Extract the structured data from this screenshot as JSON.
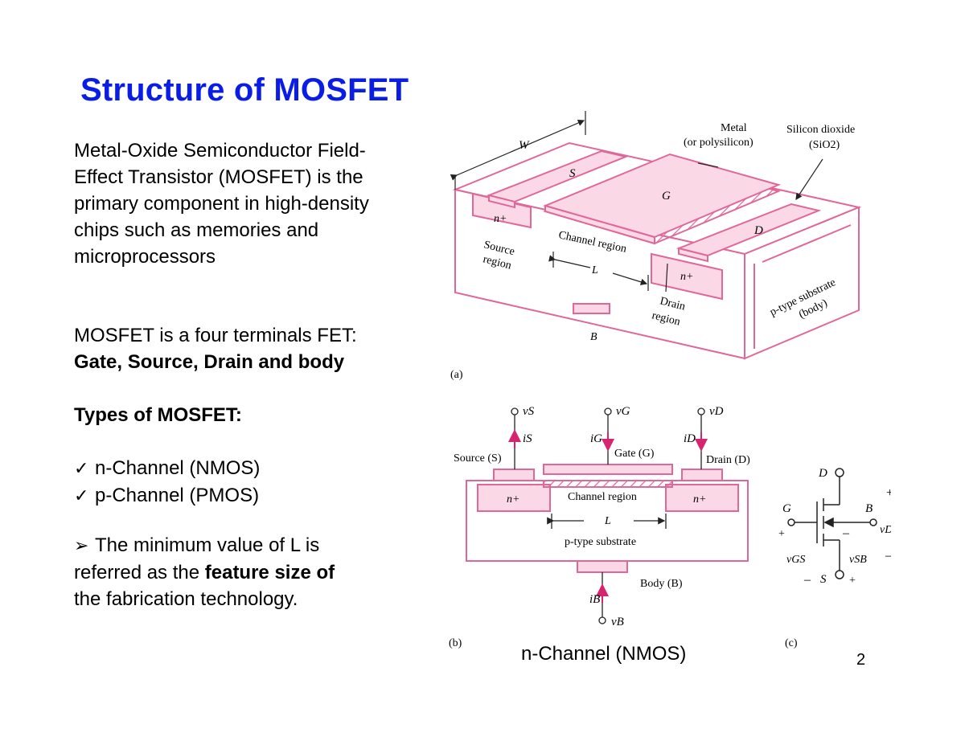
{
  "title": "Structure of MOSFET",
  "intro": [
    "Metal-Oxide Semiconductor Field-",
    "Effect Transistor (MOSFET) is the",
    "primary component in high-density",
    "chips such as memories and",
    "microprocessors"
  ],
  "terminals_line": "MOSFET is a four terminals FET:",
  "terminals_bold": "Gate, Source, Drain and body",
  "types_heading": "Types of MOSFET:",
  "check_symbol": "✓",
  "arrow_symbol": "➢",
  "types": [
    "n-Channel (NMOS)",
    "p-Channel (PMOS)"
  ],
  "note": {
    "line1": "The minimum value of L is",
    "line2_pre": "referred as the ",
    "line2_bold": "feature size of",
    "line3": "the fabrication technology."
  },
  "figure": {
    "a": {
      "caption": "(a)",
      "W": "W",
      "S": "S",
      "G": "G",
      "D": "D",
      "L": "L",
      "B": "B",
      "n_plus": "n+",
      "metal_line1": "Metal",
      "metal_line2": "(or polysilicon)",
      "oxide_line1": "Silicon dioxide",
      "oxide_line2": "(SiO2)",
      "channel": "Channel region",
      "source_line1": "Source",
      "source_line2": "region",
      "drain_line1": "Drain",
      "drain_line2": "region",
      "substrate_line1": "p-type substrate",
      "substrate_line2": "(body)"
    },
    "b": {
      "caption": "(b)",
      "vS": "vS",
      "vG": "vG",
      "vD": "vD",
      "iS": "iS",
      "iG": "iG",
      "iD": "iD",
      "source": "Source (S)",
      "gate": "Gate (G)",
      "drain": "Drain (D)",
      "n_plus": "n+",
      "channel": "Channel region",
      "L": "L",
      "substrate": "p-type substrate",
      "body": "Body (B)",
      "iB": "iB",
      "vB": "vB"
    },
    "c": {
      "caption": "(c)",
      "D": "D",
      "G": "G",
      "B": "B",
      "S": "S",
      "plus": "+",
      "minus": "–",
      "vDS": "vDS",
      "vGS": "vGS",
      "vSB": "vSB"
    },
    "nmos_caption": "n-Channel (NMOS)"
  },
  "page_number": "2",
  "colors": {
    "title": "#0a1de6",
    "pink_line": "#e0679a",
    "pink_fill": "#fbd8e6",
    "pink_arrow": "#d6246e"
  }
}
